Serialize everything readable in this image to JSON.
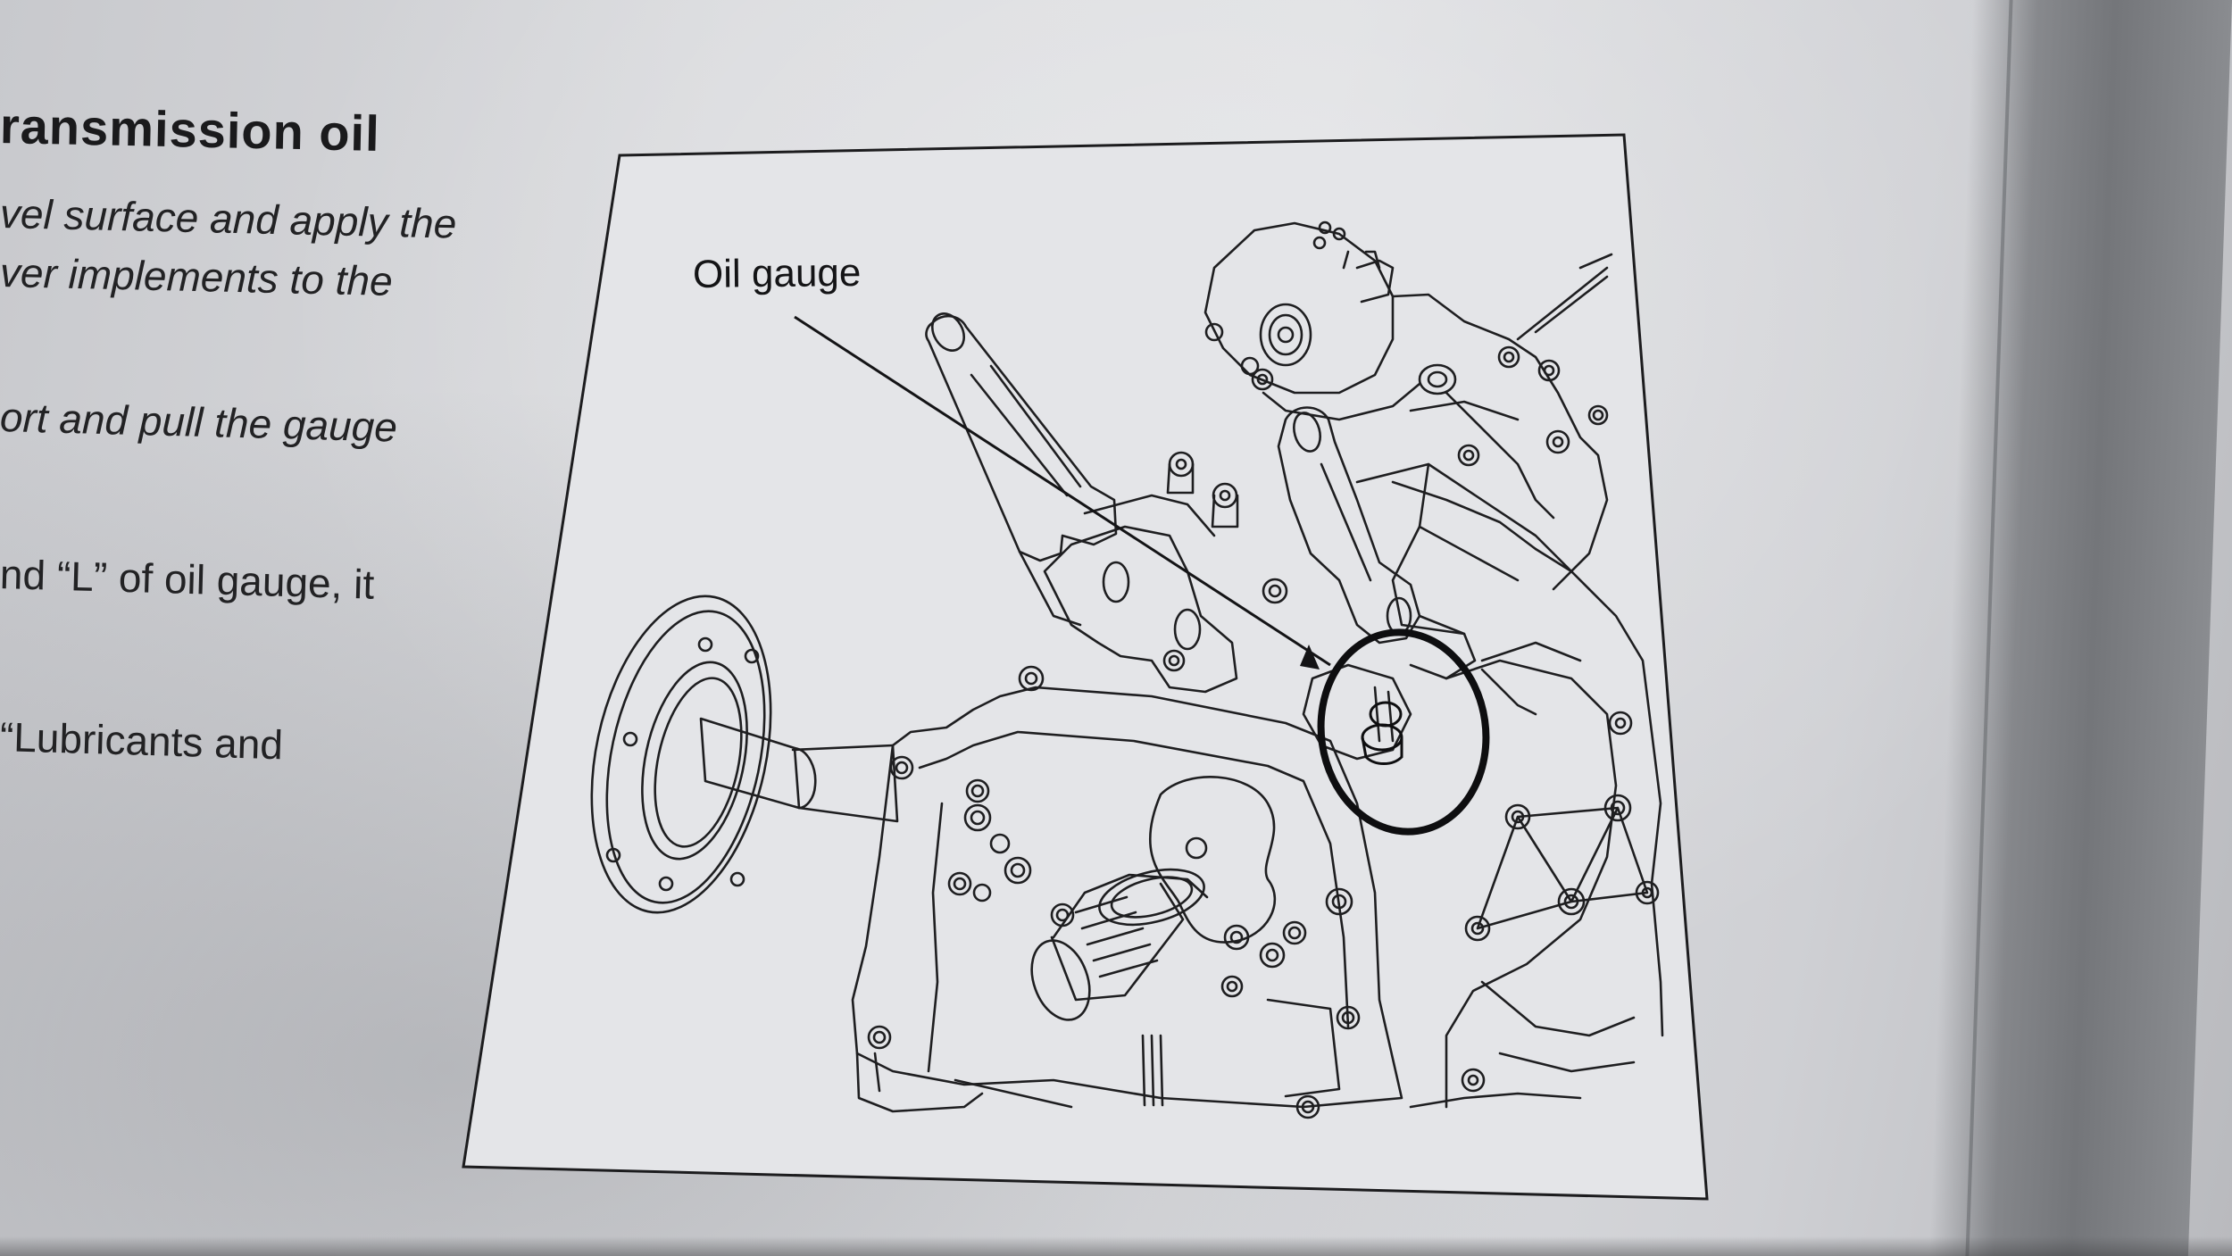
{
  "section": {
    "title": "ransmission oil"
  },
  "body_lines": [
    "vel surface and apply the",
    "ver implements to the",
    "ort and pull the gauge",
    "nd “L” of oil gauge, it",
    "“Lubricants and"
  ],
  "figure": {
    "callout_label": "Oil gauge"
  },
  "colors": {
    "paper": "#dcdde0",
    "ink": "#1d1d1f",
    "binding_shadow": "#74767a"
  }
}
